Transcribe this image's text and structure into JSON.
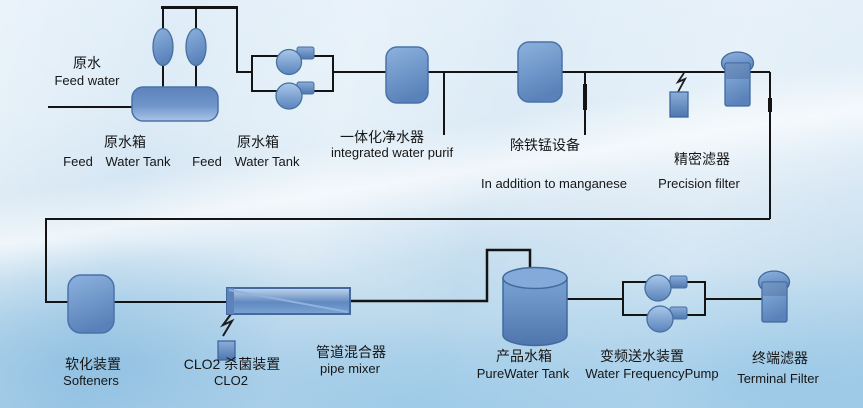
{
  "diagram_type": "water-treatment-process-flow",
  "colors": {
    "pipe": "#141414",
    "equipment_dark": "#5e86bd",
    "equipment_light": "#a9c4e6",
    "equipment_border": "#4a72aa",
    "background_top": "#e0edf8",
    "background_bottom": "#aacfe8",
    "text": "#161616"
  },
  "diagram": {
    "stages": [
      {
        "id": "feed-water",
        "zh": "原水",
        "en": "Feed water"
      },
      {
        "id": "feed-water-tank-1",
        "zh": "原水箱",
        "en_feed": "Feed",
        "en_tank": "Water Tank"
      },
      {
        "id": "feed-water-tank-2",
        "zh": "原水箱",
        "en_feed": "Feed",
        "en_tank": "Water Tank"
      },
      {
        "id": "integrated-purifier",
        "zh": "一体化净水器",
        "en": "integrated water purif"
      },
      {
        "id": "iron-manganese-removal",
        "zh": "除铁锰设备",
        "en": "In addition to manganese"
      },
      {
        "id": "precision-filter",
        "zh": "精密滤器",
        "en": "Precision filter"
      },
      {
        "id": "softener",
        "zh": "软化装置",
        "en": "Softeners"
      },
      {
        "id": "clo2-dosing",
        "zh": "CLO2 杀菌装置",
        "en": "CLO2"
      },
      {
        "id": "pipe-mixer",
        "zh": "管道混合器",
        "en": "pipe mixer"
      },
      {
        "id": "product-water-tank",
        "zh": "产品水箱",
        "en": "PureWater Tank"
      },
      {
        "id": "frequency-pump",
        "zh": "变频送水装置",
        "en": "Water FrequencyPump"
      },
      {
        "id": "terminal-filter",
        "zh": "终端滤器",
        "en": "Terminal Filter"
      }
    ]
  }
}
